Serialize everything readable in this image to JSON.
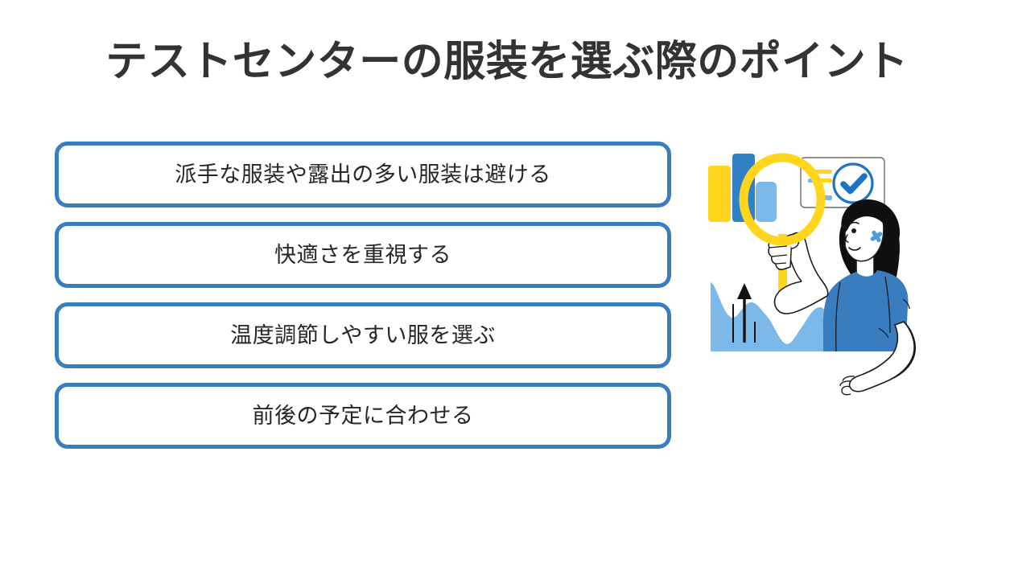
{
  "slide": {
    "background_color": "#ffffff",
    "title": "テストセンターの服装を選ぶ際のポイント",
    "title_color": "#333333"
  },
  "points": {
    "accent_color": "#3a7dbf",
    "text_color": "#262626",
    "items": [
      {
        "label": "派手な服装や露出の多い服装は避ける"
      },
      {
        "label": "快適さを重視する"
      },
      {
        "label": "温度調節しやすい服を選ぶ"
      },
      {
        "label": "前後の予定に合わせる"
      }
    ]
  },
  "illustration": {
    "name": "woman-with-magnifier-analytics",
    "colors": {
      "yellow": "#ffd51e",
      "blue_dark": "#3a7dbf",
      "blue_mid": "#2f80c4",
      "blue_light": "#7cb9e8",
      "blue_accent": "#1a73c7",
      "outline": "#1a1a1a",
      "panel_border": "#6b6b6b",
      "hair": "#0f0f0f",
      "skin": "#ffffff"
    },
    "elements": [
      {
        "name": "yellow-bar",
        "type": "bar-chart-column",
        "color": "#ffd51e"
      },
      {
        "name": "dark-blue-bar",
        "type": "bar-chart-column",
        "color": "#2f80c4"
      },
      {
        "name": "light-blue-bar",
        "type": "bar-chart-column",
        "color": "#7cb9e8"
      },
      {
        "name": "magnifier",
        "type": "magnifying-glass",
        "color": "#ffd51e"
      },
      {
        "name": "dashboard-card",
        "type": "panel",
        "color": "#ffffff"
      },
      {
        "name": "check-circle",
        "type": "checkmark-badge",
        "color": "#1a73c7"
      },
      {
        "name": "area-wave-chart",
        "type": "area-chart",
        "color": "#7cb9e8"
      },
      {
        "name": "up-arrow",
        "type": "arrow-up",
        "color": "#111111"
      },
      {
        "name": "woman-figure",
        "type": "person",
        "color": "#3a7dbf"
      }
    ]
  }
}
